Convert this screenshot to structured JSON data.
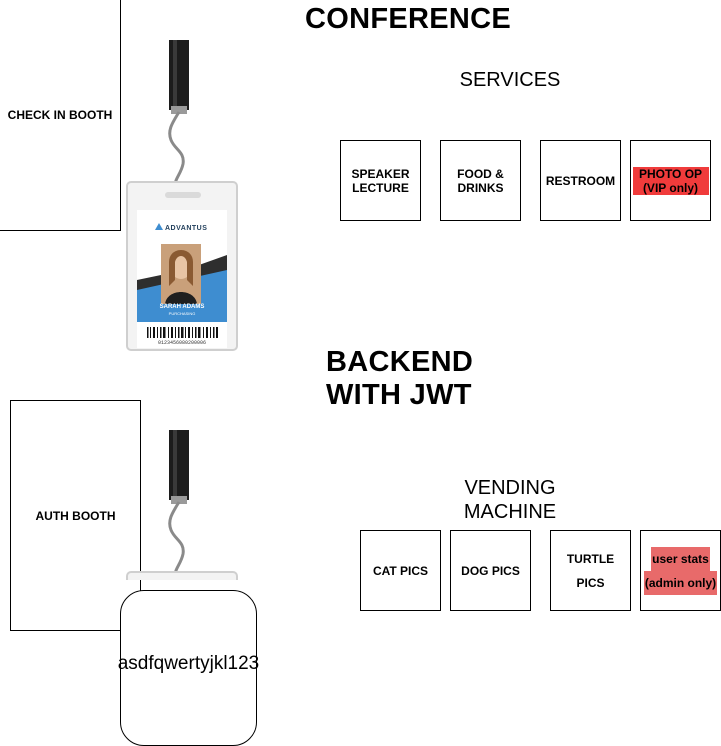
{
  "conference": {
    "title": "CONFERENCE",
    "services_label": "SERVICES",
    "booth_label": "CHECK IN BOOTH",
    "services": [
      "SPEAKER\nLECTURE",
      "FOOD &\nDRINKS",
      "RESTROOM"
    ],
    "vip_line1": "PHOTO OP",
    "vip_line2": "(VIP only)"
  },
  "badge": {
    "brand": "ADVANTUS",
    "name": "SARAH ADAMS",
    "dept": "PURCHASING",
    "barcode_number": "0123456080200006"
  },
  "backend": {
    "title_line1": "BACKEND",
    "title_line2": "WITH JWT",
    "vending_line1": "VENDING",
    "vending_line2": "MACHINE",
    "booth_label": "AUTH BOOTH",
    "items": [
      "CAT PICS",
      "DOG PICS",
      "TURTLE\nPICS"
    ],
    "admin_line1": "user stats",
    "admin_line2": "(admin only)",
    "token": "asdfqwertyjkl123"
  },
  "colors": {
    "highlight_vip": "#f03b3b",
    "highlight_admin": "#e86a6a",
    "badge_blue": "#3e8dd0"
  }
}
